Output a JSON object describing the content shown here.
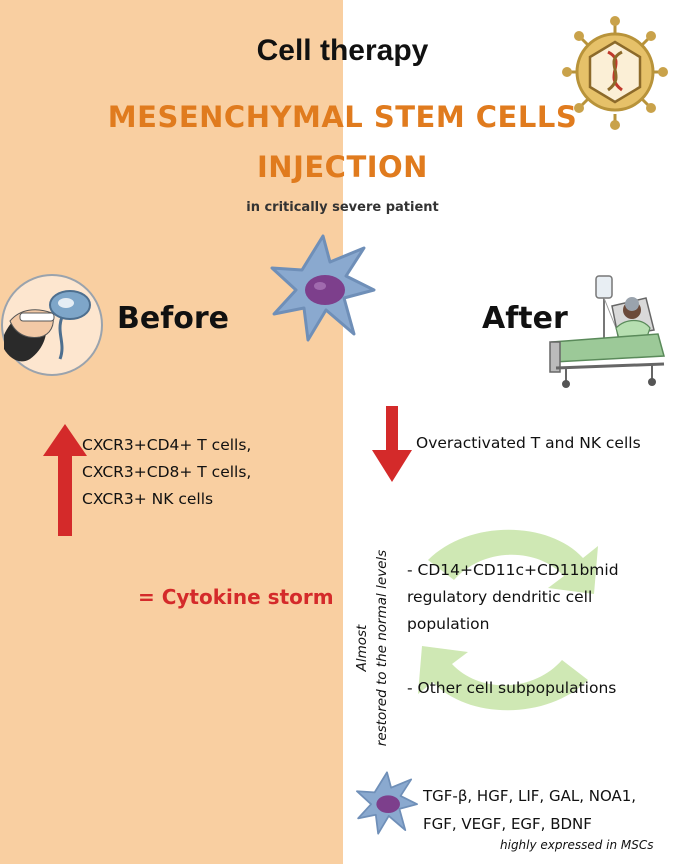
{
  "title": "Cell therapy",
  "subtitle_line1": "MESENCHYMAL STEM CELLS",
  "subtitle_line2": "INJECTION",
  "note": "in critically severe patient",
  "before": {
    "label": "Before",
    "lines": [
      "CXCR3+CD4+ T cells,",
      "CXCR3+CD8+ T cells,",
      "CXCR3+ NK cells"
    ],
    "result": "= Cytokine storm"
  },
  "after": {
    "label": "After",
    "decreased": "Overactivated T and NK cells",
    "vertical_line1": "Almost",
    "vertical_line2": "restored to the normal levels",
    "items": [
      "- CD14+CD11c+CD11bmid regulatory dendritic cell population",
      "- Other cell subpopulations"
    ]
  },
  "factors": {
    "line1": "TGF-β, HGF, LIF, GAL, NOA1,",
    "line2": "FGF, VEGF, EGF, BDNF",
    "note": "highly expressed in MSCs"
  },
  "colors": {
    "left_panel": "#f9cfa1",
    "title_orange": "#e07b1e",
    "arrow_red": "#d42a2a",
    "cycle_green": "#cfe8b4",
    "cell_blue": "#8aa9cf",
    "nucleus_purple": "#7d3f8c"
  },
  "icons": [
    "virus-icon",
    "msc-cell-icon",
    "patient-intubated-icon",
    "patient-hospital-bed-icon",
    "arrow-up-icon",
    "arrow-down-icon",
    "cycle-arrows-icon"
  ]
}
